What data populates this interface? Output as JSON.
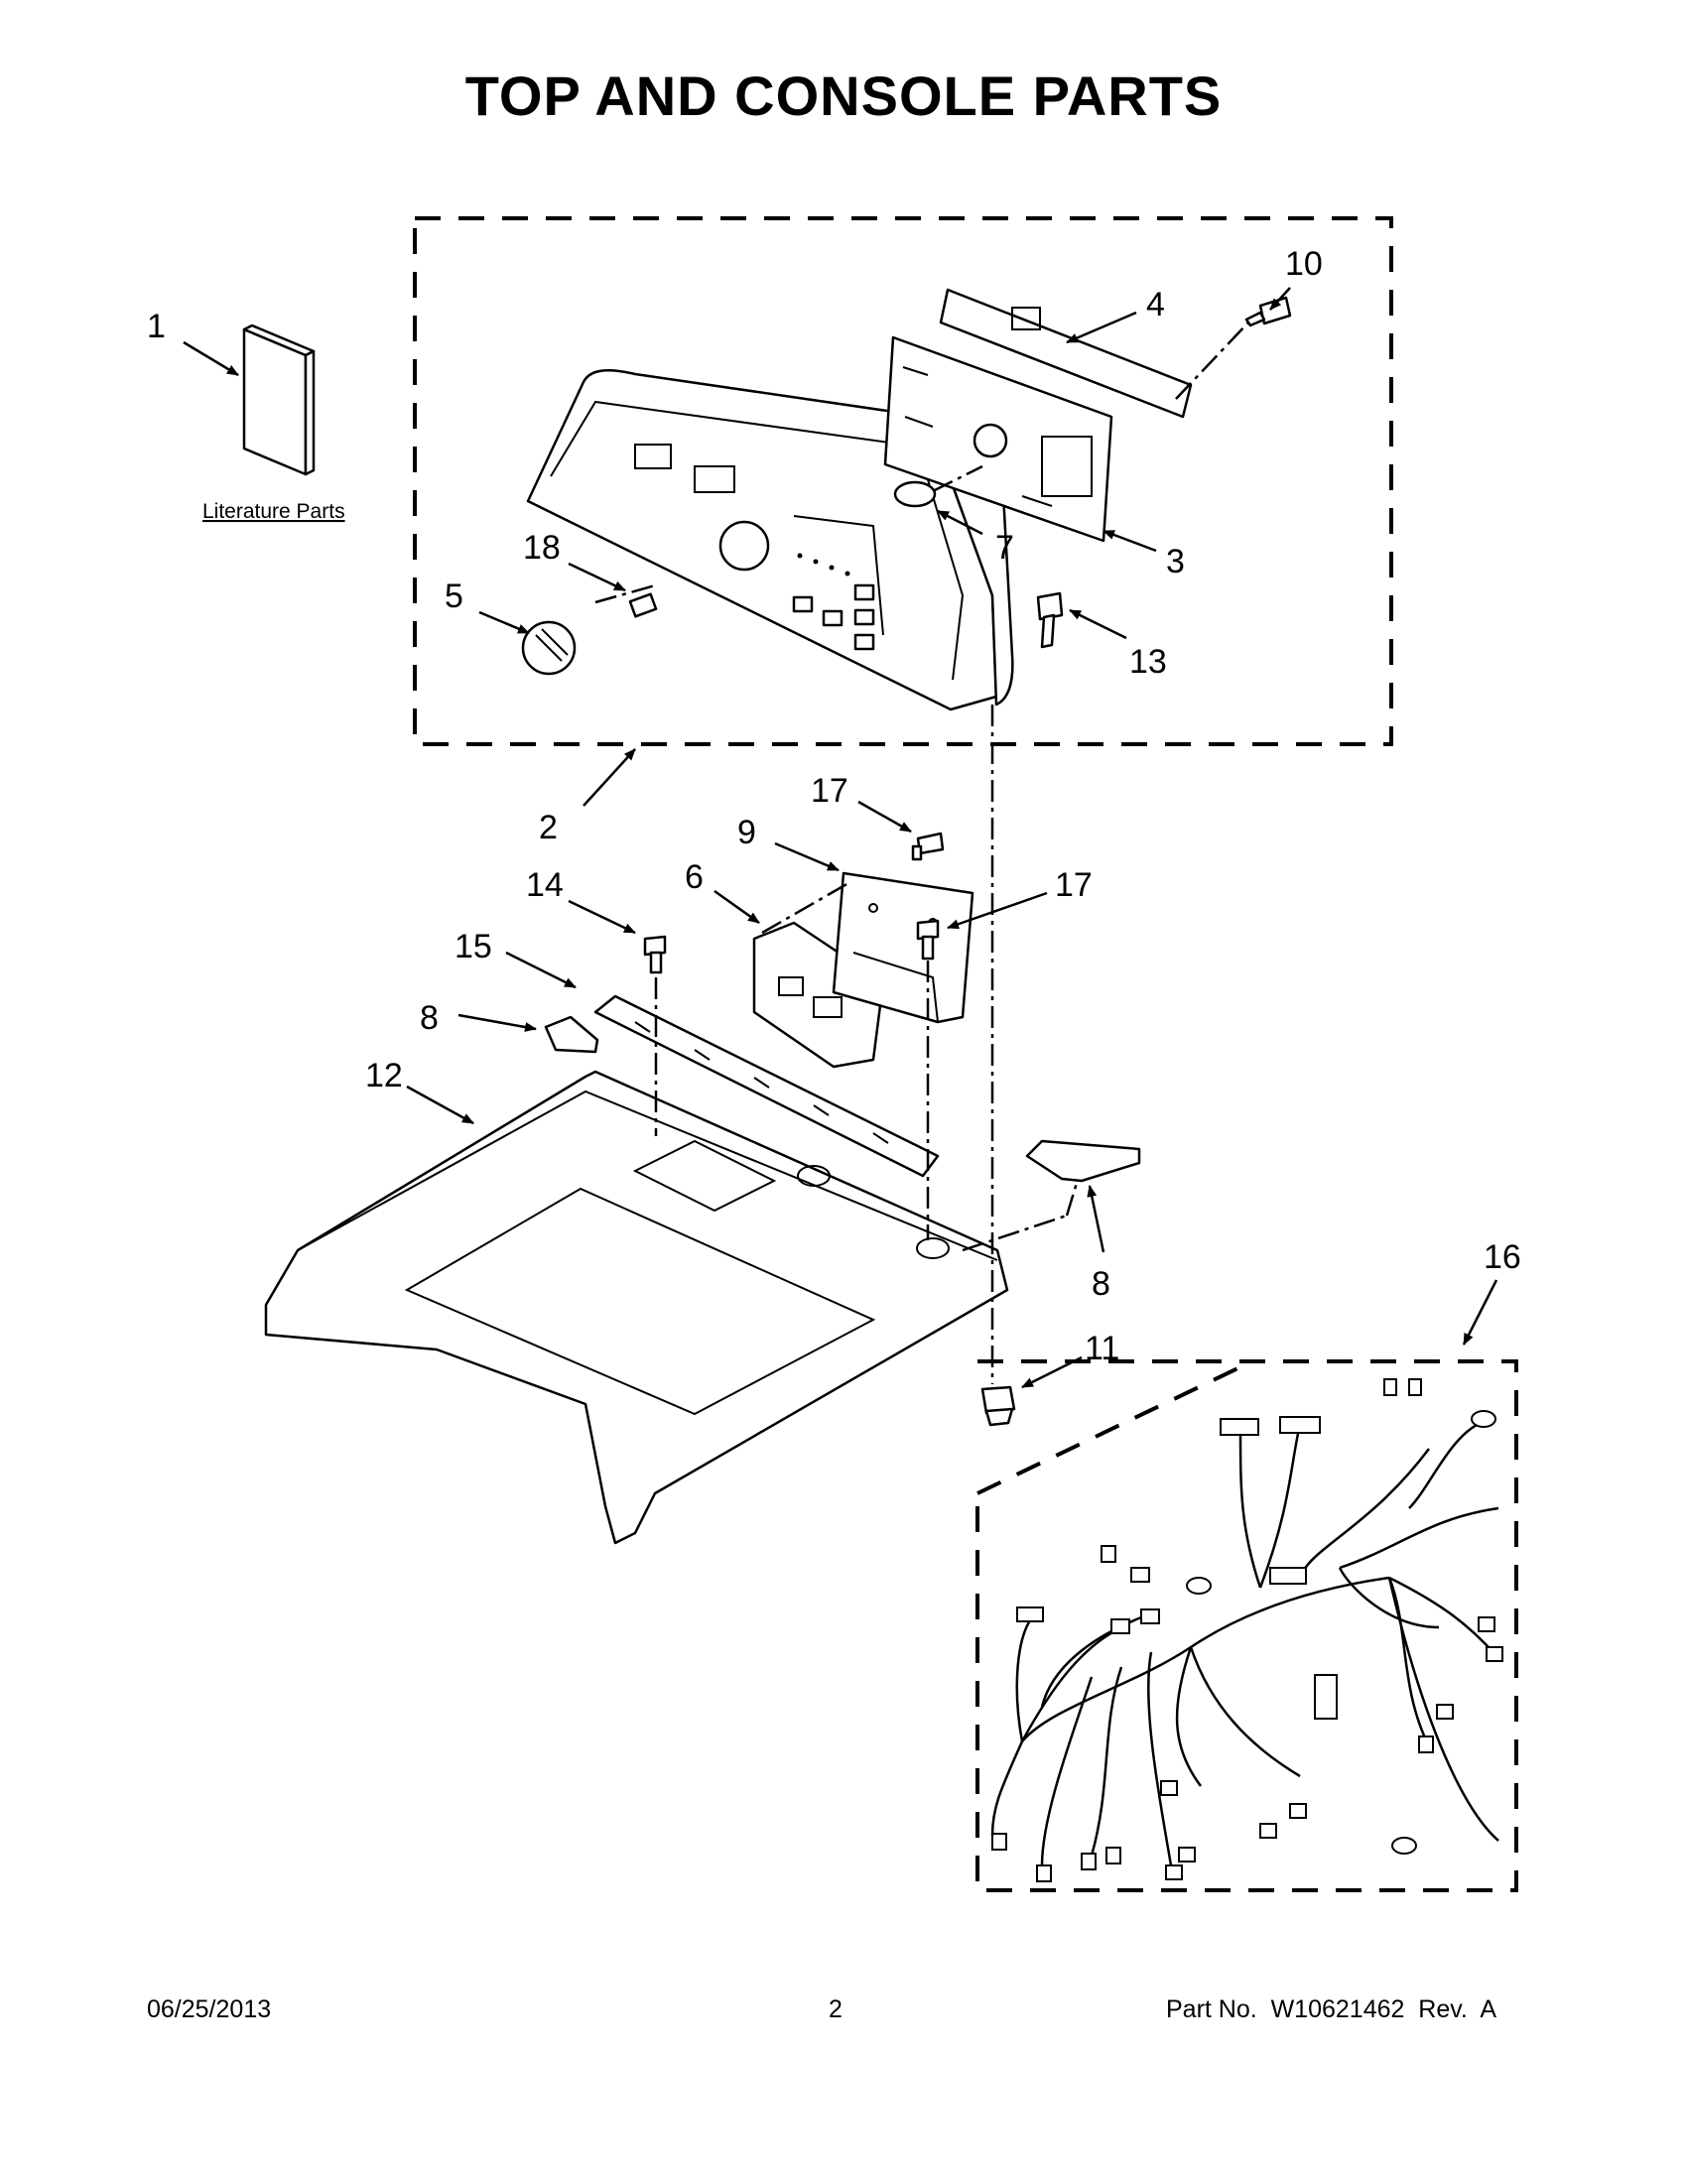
{
  "page": {
    "title": "TOP AND CONSOLE PARTS",
    "date": "06/25/2013",
    "page_number": "2",
    "part_number": "Part No.  W10621462  Rev.  A"
  },
  "literature": {
    "label": "Literature Parts"
  },
  "callouts": [
    {
      "id": "c1",
      "text": "1"
    },
    {
      "id": "c2",
      "text": "2"
    },
    {
      "id": "c3",
      "text": "3"
    },
    {
      "id": "c4",
      "text": "4"
    },
    {
      "id": "c5",
      "text": "5"
    },
    {
      "id": "c6",
      "text": "6"
    },
    {
      "id": "c7",
      "text": "7"
    },
    {
      "id": "c8a",
      "text": "8"
    },
    {
      "id": "c8b",
      "text": "8"
    },
    {
      "id": "c9",
      "text": "9"
    },
    {
      "id": "c10",
      "text": "10"
    },
    {
      "id": "c11",
      "text": "11"
    },
    {
      "id": "c12",
      "text": "12"
    },
    {
      "id": "c13",
      "text": "13"
    },
    {
      "id": "c14",
      "text": "14"
    },
    {
      "id": "c15",
      "text": "15"
    },
    {
      "id": "c16",
      "text": "16"
    },
    {
      "id": "c17a",
      "text": "17"
    },
    {
      "id": "c17b",
      "text": "17"
    },
    {
      "id": "c18",
      "text": "18"
    }
  ]
}
